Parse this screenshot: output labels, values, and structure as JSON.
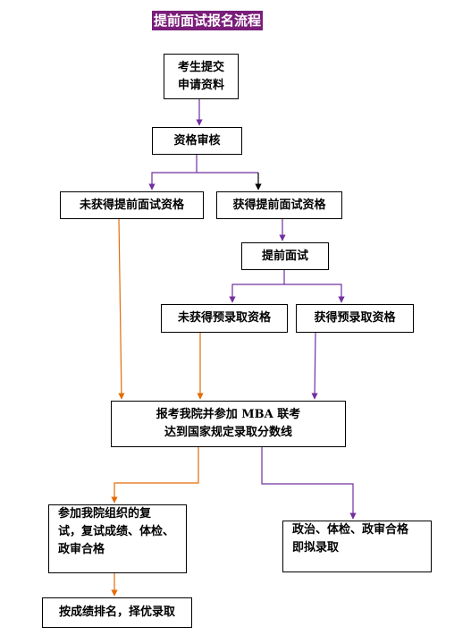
{
  "title": "提前面试报名流程",
  "nodes": {
    "submit": [
      "考生提交",
      "申请资料"
    ],
    "review": "资格审核",
    "not_qualified": "未获得提前面试资格",
    "qualified": "获得提前面试资格",
    "interview": "提前面试",
    "not_pre_admit": "未获得预录取资格",
    "pre_admit": "获得预录取资格",
    "mba_exam": [
      "报考我院并参加 MBA 联考",
      "达到国家规定录取分数线"
    ],
    "retest": [
      "参加我院组织的复",
      "试，复试成绩、体检、",
      "政审合格"
    ],
    "admit": [
      "政治、体检、政审合格",
      "即拟录取"
    ],
    "rank": "按成绩排名，择优录取"
  },
  "colors": {
    "purple": "#7030a0",
    "orange": "#e36c09",
    "black": "#000000"
  }
}
